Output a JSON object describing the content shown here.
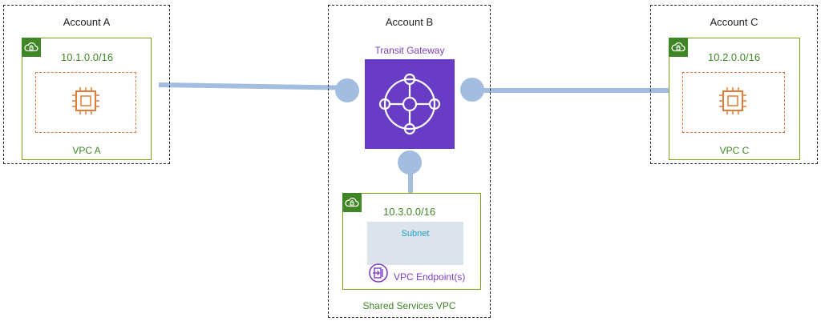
{
  "accounts": {
    "a": {
      "title": "Account A",
      "cidr": "10.1.0.0/16",
      "vpc_label": "VPC A"
    },
    "b": {
      "title": "Account B",
      "cidr": "10.3.0.0/16",
      "vpc_label": "Shared Services VPC",
      "subnet_label": "Subnet",
      "endpoint_label": "VPC Endpoint(s)"
    },
    "c": {
      "title": "Account C",
      "cidr": "10.2.0.0/16",
      "vpc_label": "VPC C"
    }
  },
  "transit_gateway": {
    "title": "Transit Gateway"
  },
  "colors": {
    "vpc_green": "#3f8624",
    "vpc_border": "#7aa116",
    "compute_orange": "#e07b39",
    "transit_purple": "#693cc5",
    "connector_blue": "#a3bde0",
    "subnet_gray": "#dce3ea"
  },
  "icons": [
    "vpc-cloud-lock-icon",
    "ec2-instance-chip-icon",
    "transit-gateway-icon",
    "vpc-endpoint-icon"
  ]
}
